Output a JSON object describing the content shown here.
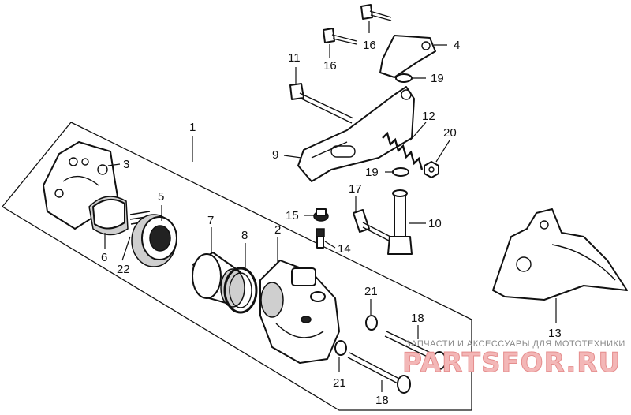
{
  "diagram": {
    "callouts": {
      "c1": "1",
      "c2": "2",
      "c3": "3",
      "c4": "4",
      "c5": "5",
      "c6": "6",
      "c7": "7",
      "c8": "8",
      "c9": "9",
      "c10": "10",
      "c11": "11",
      "c12": "12",
      "c13": "13",
      "c14": "14",
      "c15": "15",
      "c16a": "16",
      "c16b": "16",
      "c17": "17",
      "c18a": "18",
      "c18b": "18",
      "c19a": "19",
      "c19b": "19",
      "c20": "20",
      "c21a": "21",
      "c21b": "21",
      "c22": "22"
    }
  },
  "watermark": {
    "caption": "ЗАПЧАСТИ И АКСЕССУАРЫ ДЛЯ МОТОТЕХНИКИ",
    "logo": "PARTSFOR.RU"
  }
}
